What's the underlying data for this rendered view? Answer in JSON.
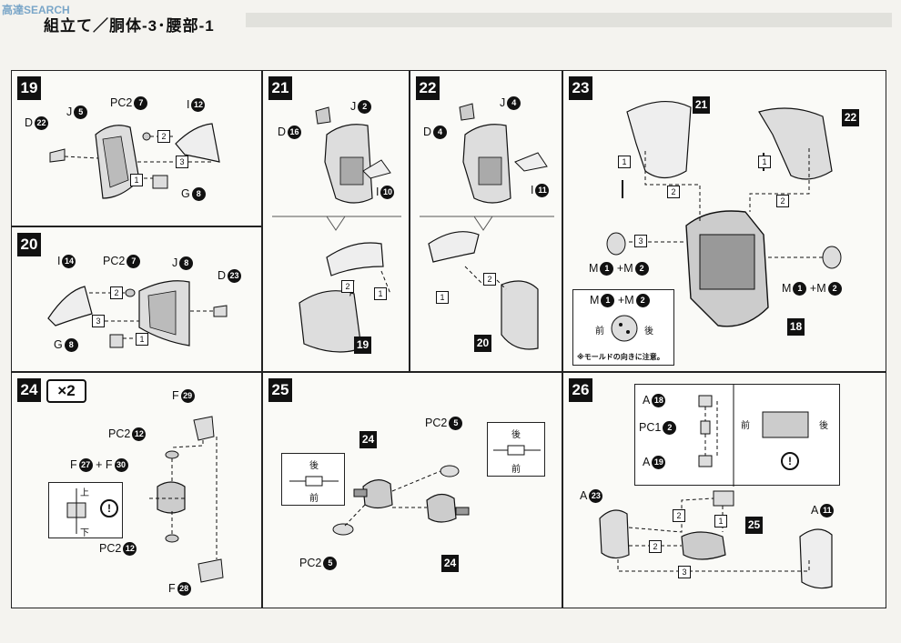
{
  "header": {
    "title": "組立て／胴体-3･腰部-1",
    "watermark": "高達SEARCH"
  },
  "steps": {
    "s19": {
      "no": "19",
      "d": "D",
      "d_n": "22",
      "j": "J",
      "j_n": "5",
      "pc2": "PC2",
      "pc2_n": "7",
      "i": "I",
      "i_n": "12",
      "g": "G",
      "g_n": "8",
      "q1": "1",
      "q2": "2",
      "q3": "3"
    },
    "s20": {
      "no": "20",
      "i": "I",
      "i_n": "14",
      "pc2": "PC2",
      "pc2_n": "7",
      "j": "J",
      "j_n": "8",
      "d": "D",
      "d_n": "23",
      "g": "G",
      "g_n": "8",
      "q1": "1",
      "q2": "2",
      "q3": "3"
    },
    "s21": {
      "no": "21",
      "d": "D",
      "d_n": "16",
      "j": "J",
      "j_n": "2",
      "i": "I",
      "i_n": "10",
      "ref": "19",
      "q1": "1",
      "q2": "2"
    },
    "s22": {
      "no": "22",
      "d": "D",
      "d_n": "4",
      "j": "J",
      "j_n": "4",
      "i": "I",
      "i_n": "11",
      "ref": "20",
      "q1": "1",
      "q2": "2"
    },
    "s23": {
      "no": "23",
      "ref21": "21",
      "ref22": "22",
      "ref18": "18",
      "m": "M",
      "m1": "1",
      "plus": "+",
      "m2": "2",
      "q1": "1",
      "q2": "2",
      "q3": "3",
      "front": "前",
      "back": "後",
      "note": "※モールドの向きに注意。"
    },
    "s24": {
      "no": "24",
      "x2": "×2",
      "f": "F",
      "f_top": "29",
      "pc2": "PC2",
      "pc2_n": "12",
      "ff_a": "27",
      "plus": "+",
      "ff_b": "30",
      "f_bot": "28",
      "up": "上",
      "down": "下"
    },
    "s25": {
      "no": "25",
      "ref24": "24",
      "pc2": "PC2",
      "pc2_n": "5",
      "front": "前",
      "back": "後"
    },
    "s26": {
      "no": "26",
      "a": "A",
      "a_18": "18",
      "pc1": "PC1",
      "pc1_n": "2",
      "a_19": "19",
      "a_23": "23",
      "a_11": "11",
      "ref25": "25",
      "front": "前",
      "back": "後",
      "q1": "1",
      "q2": "2",
      "q3": "3"
    }
  }
}
